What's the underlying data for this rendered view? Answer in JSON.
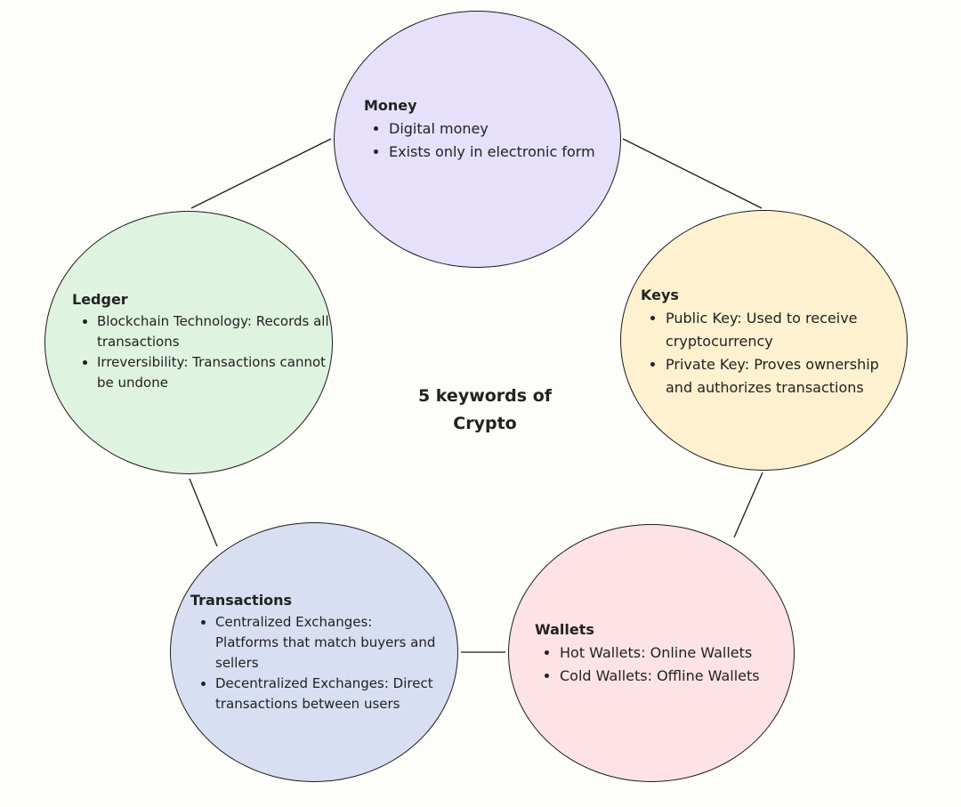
{
  "diagram": {
    "center_title_line1": "5 keywords of",
    "center_title_line2": "Crypto",
    "nodes": {
      "money": {
        "title": "Money",
        "items": [
          "Digital money",
          "Exists only in electronic form"
        ],
        "color": "#e6e0fb"
      },
      "keys": {
        "title": "Keys",
        "items": [
          "Public Key: Used to receive cryptocurrency",
          "Private Key: Proves ownership and authorizes transactions"
        ],
        "color": "#fdf1cf"
      },
      "wallets": {
        "title": "Wallets",
        "items": [
          "Hot Wallets: Online Wallets",
          "Cold Wallets: Offline Wallets"
        ],
        "color": "#fde3e5"
      },
      "transactions": {
        "title": "Transactions",
        "items": [
          "Centralized Exchanges: Platforms that match buyers and sellers",
          "Decentralized Exchanges: Direct transactions between users"
        ],
        "color": "#d9dff2"
      },
      "ledger": {
        "title": "Ledger",
        "items": [
          "Blockchain Technology: Records all transactions",
          "Irreversibility: Transactions cannot be undone"
        ],
        "color": "#dff3e1"
      }
    },
    "connector_color": "#1c1c1c"
  }
}
